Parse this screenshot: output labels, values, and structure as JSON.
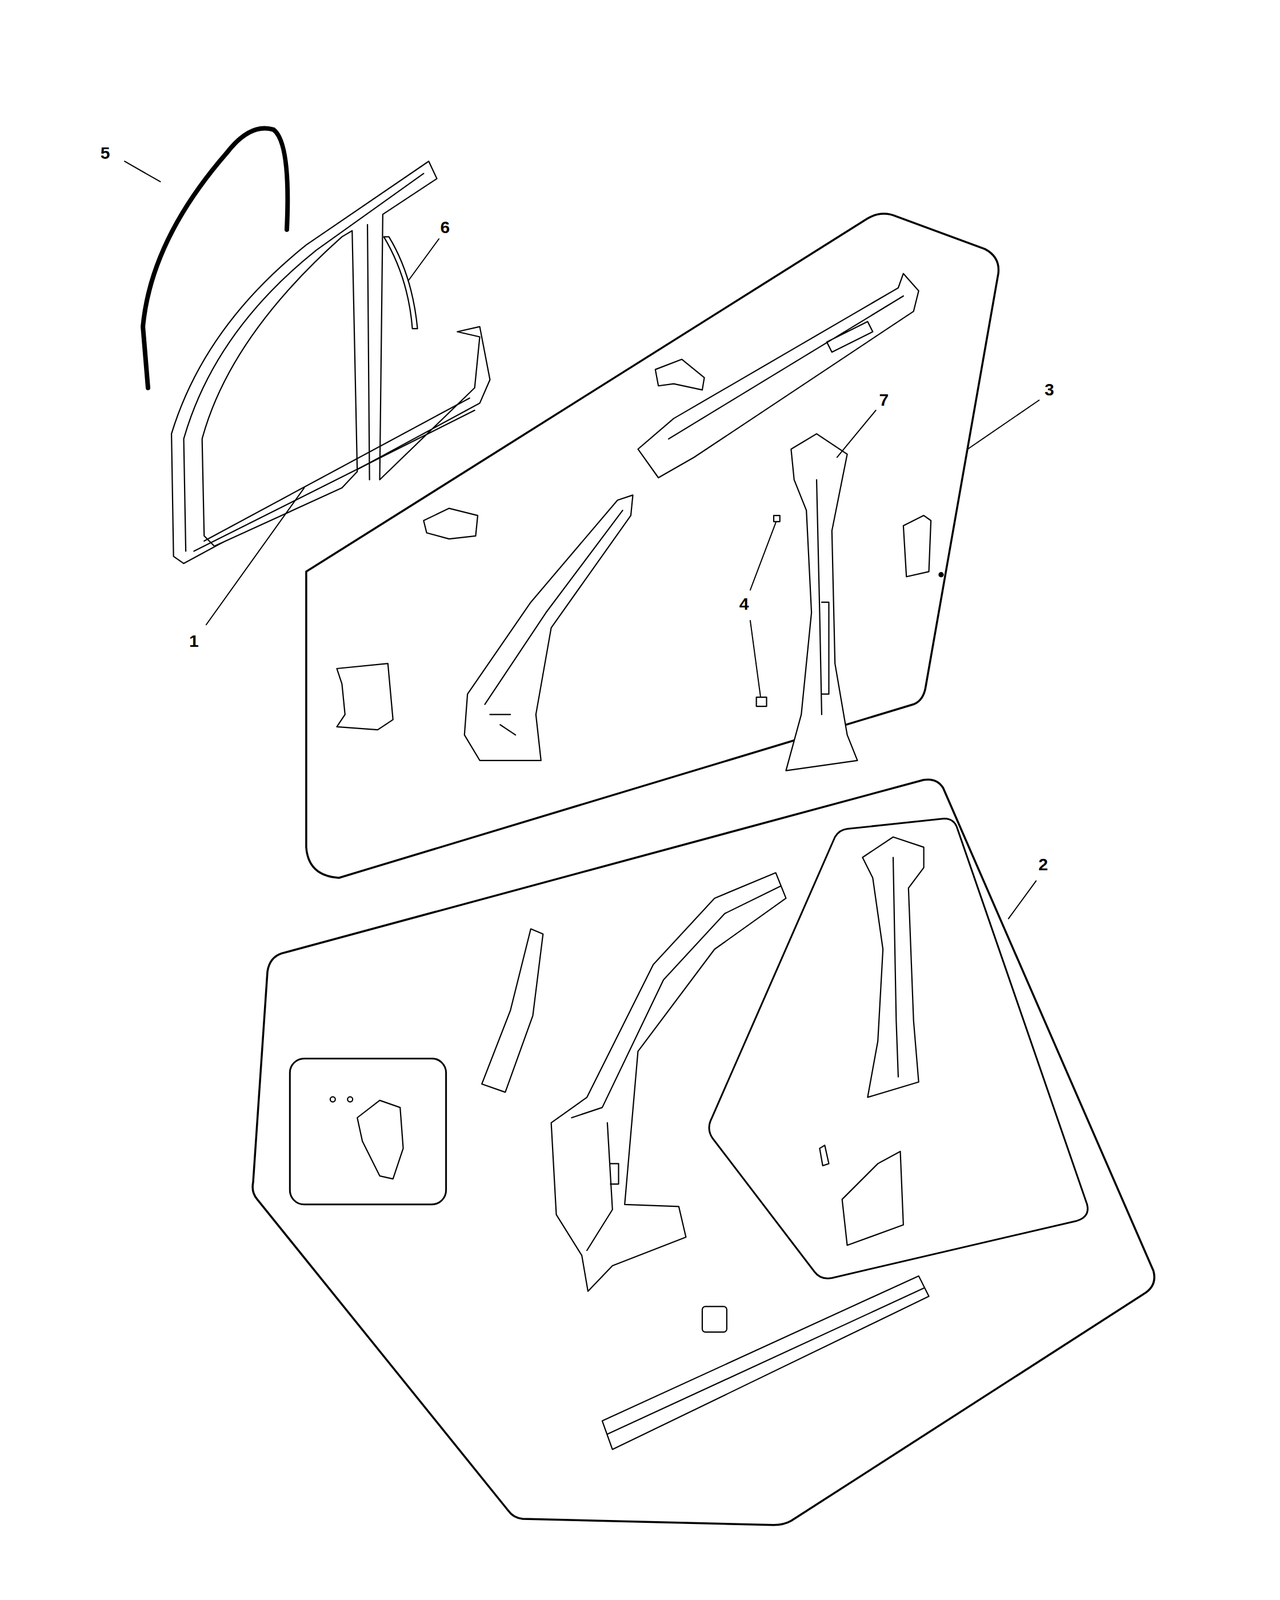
{
  "diagram": {
    "labels": [
      "5",
      "6",
      "3",
      "7",
      "4",
      "1",
      "2"
    ]
  }
}
